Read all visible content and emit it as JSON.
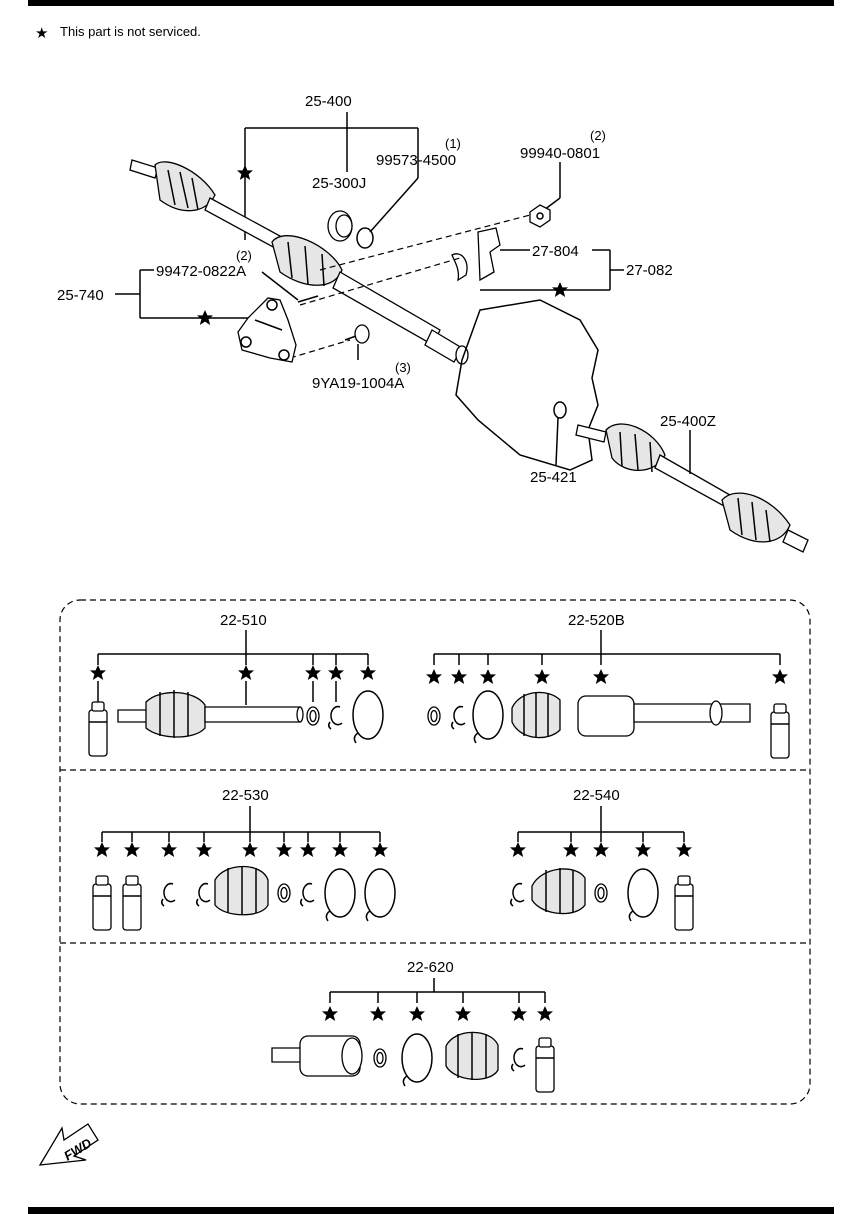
{
  "note": {
    "star_glyph": "★",
    "text": "This part is not serviced."
  },
  "labels": {
    "p25_400": "25-400",
    "p99573_4500": "99573-4500",
    "p99573_qty": "(1)",
    "p99940_0801": "99940-0801",
    "p99940_qty": "(2)",
    "p25_300J": "25-300J",
    "p27_804": "27-804",
    "p27_082": "27-082",
    "p99472_0822A": "99472-0822A",
    "p99472_qty": "(2)",
    "p25_740": "25-740",
    "p9YA19_1004A": "9YA19-1004A",
    "p9YA19_qty": "(3)",
    "p25_400Z": "25-400Z",
    "p25_421": "25-421",
    "p22_510": "22-510",
    "p22_520B": "22-520B",
    "p22_530": "22-530",
    "p22_540": "22-540",
    "p22_620": "22-620",
    "fwd": "FWD"
  },
  "icons": {
    "star": "star-icon",
    "fwd_arrow": "fwd-arrow-icon"
  }
}
